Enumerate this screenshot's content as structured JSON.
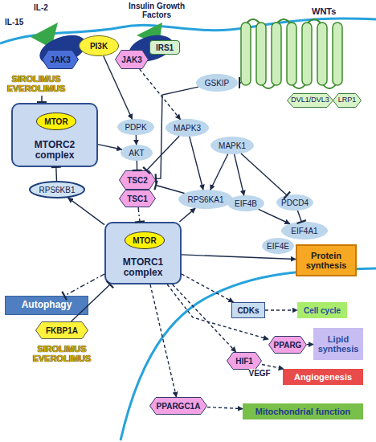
{
  "diagram": {
    "nodes": [
      {
        "text": [
          "JAK3"
        ]
      },
      {
        "text": [
          "PI3K"
        ]
      },
      {
        "text": [
          "JAK3"
        ]
      },
      {
        "text": [
          "IRS1"
        ]
      },
      {
        "text": [
          "GSKIP"
        ]
      },
      {
        "text": [
          "MTORC2 complex"
        ]
      },
      {
        "text": [
          "MTOR"
        ],
        "in": 5
      },
      {
        "text": [
          "PDPK"
        ]
      },
      {
        "text": [
          "MAPK3"
        ]
      },
      {
        "text": [
          "MAPK1"
        ]
      },
      {
        "text": [
          "AKT"
        ]
      },
      {
        "text": [
          "DVL1/DVL3"
        ]
      },
      {
        "text": [
          "LRP1"
        ]
      },
      {
        "text": [
          "RPS6KB1"
        ]
      },
      {
        "text": [
          "TSC2"
        ]
      },
      {
        "text": [
          "TSC1"
        ]
      },
      {
        "text": [
          "RPS6KA1"
        ]
      },
      {
        "text": [
          "EIF4B"
        ]
      },
      {
        "text": [
          "PDCD4"
        ]
      },
      {
        "text": [
          "EIF4A1"
        ]
      },
      {
        "text": [
          "MTORC1 complex"
        ]
      },
      {
        "text": [
          "MTOR"
        ],
        "in": 20
      },
      {
        "text": [
          "EIF4E"
        ]
      },
      {
        "text": [
          "Protein synthesis"
        ]
      },
      {
        "text": [
          "Autophagy"
        ]
      },
      {
        "text": [
          "CDKs"
        ]
      },
      {
        "text": [
          "Cell cycle"
        ]
      },
      {
        "text": [
          "FKBP1A"
        ]
      },
      {
        "text": [
          "PPARG"
        ]
      },
      {
        "text": [
          "Lipid synthesis"
        ]
      },
      {
        "text": [
          "HIF1"
        ]
      },
      {
        "text": [
          "Angiogenesis"
        ]
      },
      {
        "text": [
          "PPARGC1A"
        ]
      },
      {
        "text": [
          "Mitochondrial function"
        ]
      }
    ],
    "edges": [
      {
        "from": 1,
        "to": 7,
        "arrow": "to"
      },
      {
        "from": 7,
        "to": 10,
        "arrow": "to"
      },
      {
        "from": 5,
        "to": 10,
        "arrow": "to"
      },
      {
        "from": 10,
        "to": 14,
        "arrow": "to"
      },
      {
        "from": 2,
        "to": 8,
        "arrow": "to"
      },
      {
        "from": 4,
        "to": 14,
        "arrow": "to"
      },
      {
        "from": 8,
        "to": 14,
        "arrow": "to"
      },
      {
        "from": 8,
        "to": 16,
        "arrow": "to"
      },
      {
        "from": 9,
        "to": 16,
        "arrow": "to"
      },
      {
        "from": 9,
        "to": 17,
        "arrow": "to"
      },
      {
        "from": 9,
        "to": 18,
        "arrow": "to"
      },
      {
        "from": 16,
        "to": 14,
        "arrow": "to"
      },
      {
        "from": 17,
        "to": 19,
        "arrow": "to"
      },
      {
        "from": 18,
        "to": 19,
        "arrow": "to"
      },
      {
        "from": 15,
        "to": 20,
        "arrow": "to"
      },
      {
        "from": 20,
        "to": 16,
        "arrow": "to"
      },
      {
        "from": 20,
        "to": 13,
        "arrow": "to"
      },
      {
        "from": 13,
        "to": 5,
        "arrow": "to"
      },
      {
        "from": 20,
        "to": 23,
        "arrow": "to"
      },
      {
        "from": 20,
        "to": 24,
        "arrow": "to"
      },
      {
        "from": 20,
        "to": 25,
        "arrow": "to"
      },
      {
        "from": 25,
        "to": 26,
        "arrow": "to"
      },
      {
        "from": 20,
        "to": 28,
        "arrow": "to"
      },
      {
        "from": 28,
        "to": 29,
        "arrow": "to"
      },
      {
        "from": 20,
        "to": 30,
        "arrow": "to"
      },
      {
        "from": 30,
        "to": 31,
        "label": "VEGF",
        "arrow": "to"
      },
      {
        "from": 20,
        "to": 32,
        "arrow": "to"
      },
      {
        "from": 32,
        "to": 33,
        "arrow": "to"
      },
      {
        "from": 27,
        "to": 20,
        "arrow": "to"
      }
    ],
    "labels": [
      "IL-2",
      "IL-15",
      "Insulin Growth Factors",
      "WNTs",
      "SIROLIMUS EVEROLIMUS",
      "SIROLIMUS EVEROLIMUS"
    ]
  }
}
